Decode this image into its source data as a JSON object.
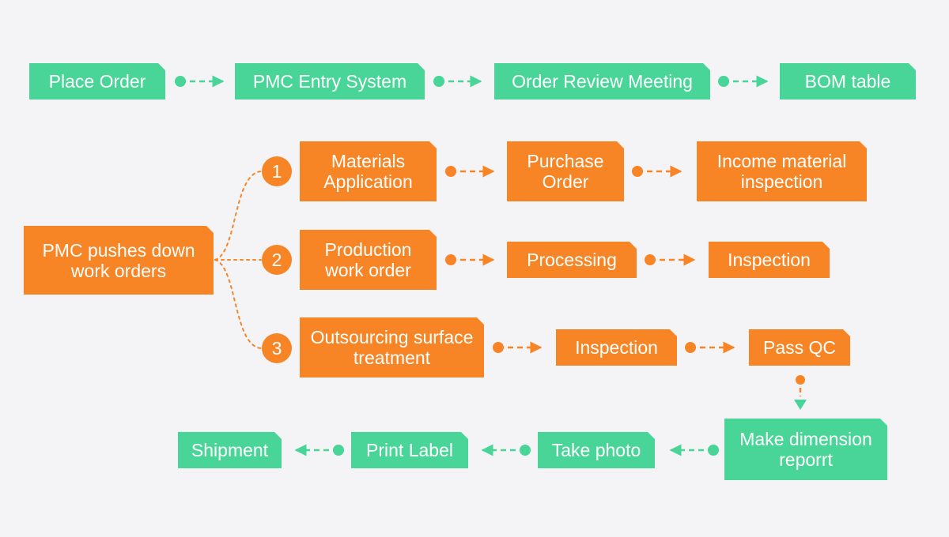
{
  "colors": {
    "green": "#48d597",
    "orange": "#f78526",
    "background": "#f4f4f6"
  },
  "top_row": [
    "Place Order",
    "PMC Entry System",
    "Order Review Meeting",
    "BOM table"
  ],
  "pmc": "PMC pushes down work orders",
  "branches": [
    {
      "number": "1",
      "steps": [
        "Materials Application",
        "Purchase Order",
        "Income material inspection"
      ]
    },
    {
      "number": "2",
      "steps": [
        "Production work order",
        "Processing",
        "Inspection"
      ]
    },
    {
      "number": "3",
      "steps": [
        "Outsourcing surface treatment",
        "Inspection",
        "Pass QC"
      ]
    }
  ],
  "bottom_row": [
    "Make dimension reporrt",
    "Take photo",
    "Print Label",
    "Shipment"
  ]
}
